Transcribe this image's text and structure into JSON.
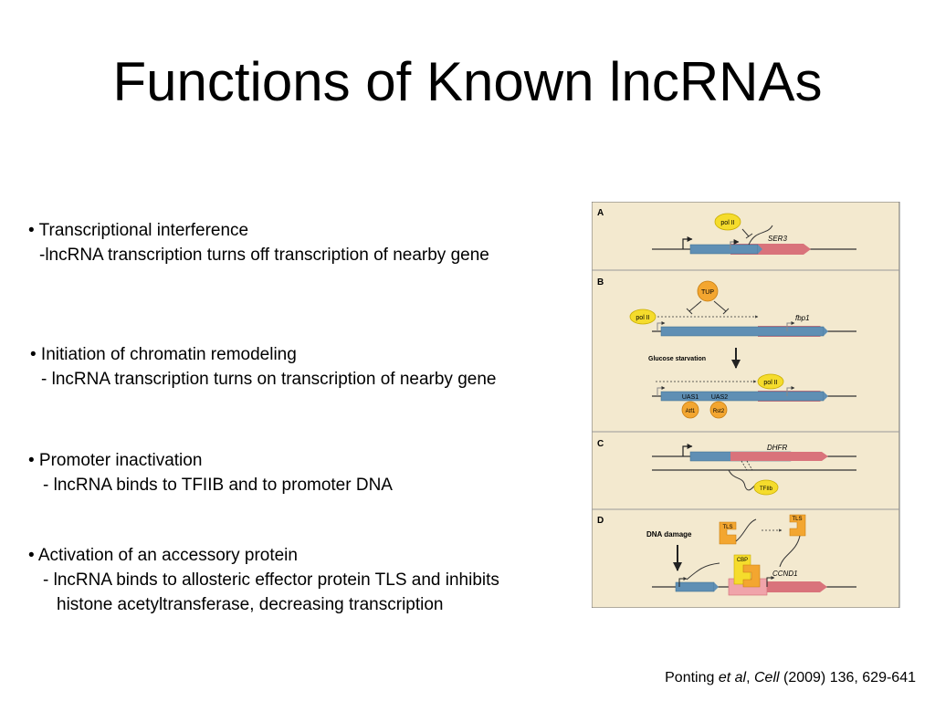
{
  "slide": {
    "title": "Functions of Known lncRNAs",
    "bullets": [
      {
        "heading": "• Transcriptional interference",
        "detail": "-lncRNA transcription turns off transcription of nearby gene"
      },
      {
        "heading": "• Initiation of chromatin remodeling",
        "detail": "- lncRNA transcription turns on transcription of nearby gene"
      },
      {
        "heading": "• Promoter inactivation",
        "detail": "- lncRNA binds to TFIIB and to promoter DNA"
      },
      {
        "heading": "• Activation of an accessory protein",
        "detail": "- lncRNA binds to allosteric effector protein TLS and inhibits",
        "detail2": "histone acetyltransferase, decreasing transcription"
      }
    ],
    "citation": {
      "author": "Ponting ",
      "etal": "et al",
      "sep": ", ",
      "journal": "Cell",
      "rest": " (2009) 136, 629-641"
    }
  },
  "figure": {
    "colors": {
      "panel": "#f3e9cf",
      "gene": "#d9737b",
      "lnc": "#5f8fb4",
      "protein": "#f5dc2c",
      "factor": "#f3a630"
    },
    "A": {
      "letter": "A",
      "pol": "pol II",
      "gene": "SER3"
    },
    "B": {
      "letter": "B",
      "tup": "TUP",
      "pol": "pol II",
      "gene": "fbp1",
      "condition": "Glucose starvation",
      "pol_after": "pol II",
      "uas1": "UAS1",
      "uas2": "UAS2",
      "f1": "Atf1",
      "f2": "Rst2"
    },
    "C": {
      "letter": "C",
      "gene": "DHFR",
      "factor": "TFIIb"
    },
    "D": {
      "letter": "D",
      "condition": "DNA damage",
      "tls1": "TLS",
      "tls2": "TLS",
      "cbp": "CBP",
      "gene": "CCND1"
    }
  }
}
